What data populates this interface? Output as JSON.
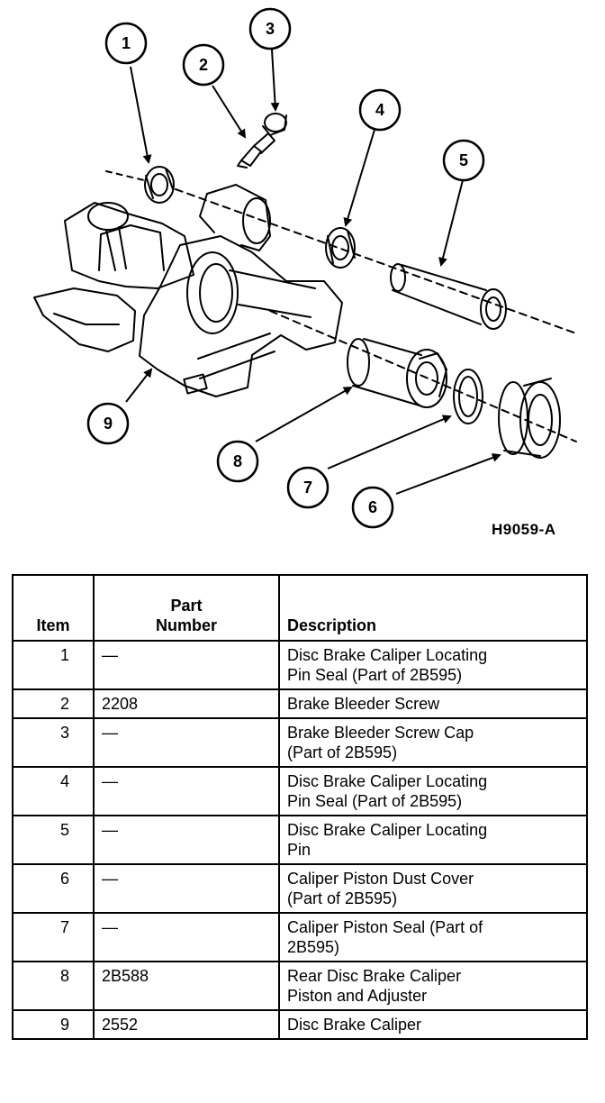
{
  "figure": {
    "code": "H9059-A",
    "callouts": [
      "1",
      "2",
      "3",
      "4",
      "5",
      "6",
      "7",
      "8",
      "9"
    ]
  },
  "table": {
    "headers": {
      "item": "Item",
      "part_number": "Part\nNumber",
      "description": "Description"
    },
    "rows": [
      {
        "item": "1",
        "part_number": "—",
        "description": "Disc Brake Caliper Locating\nPin Seal (Part of 2B595)"
      },
      {
        "item": "2",
        "part_number": "2208",
        "description": "Brake Bleeder Screw"
      },
      {
        "item": "3",
        "part_number": "—",
        "description": "Brake Bleeder Screw Cap\n(Part of 2B595)"
      },
      {
        "item": "4",
        "part_number": "—",
        "description": "Disc Brake Caliper Locating\nPin Seal (Part of 2B595)"
      },
      {
        "item": "5",
        "part_number": "—",
        "description": "Disc Brake Caliper Locating\nPin"
      },
      {
        "item": "6",
        "part_number": "—",
        "description": "Caliper Piston Dust Cover\n(Part of 2B595)"
      },
      {
        "item": "7",
        "part_number": "—",
        "description": "Caliper Piston Seal (Part of\n2B595)"
      },
      {
        "item": "8",
        "part_number": "2B588",
        "description": "Rear Disc Brake Caliper\nPiston and Adjuster"
      },
      {
        "item": "9",
        "part_number": "2552",
        "description": "Disc Brake Caliper"
      }
    ]
  }
}
